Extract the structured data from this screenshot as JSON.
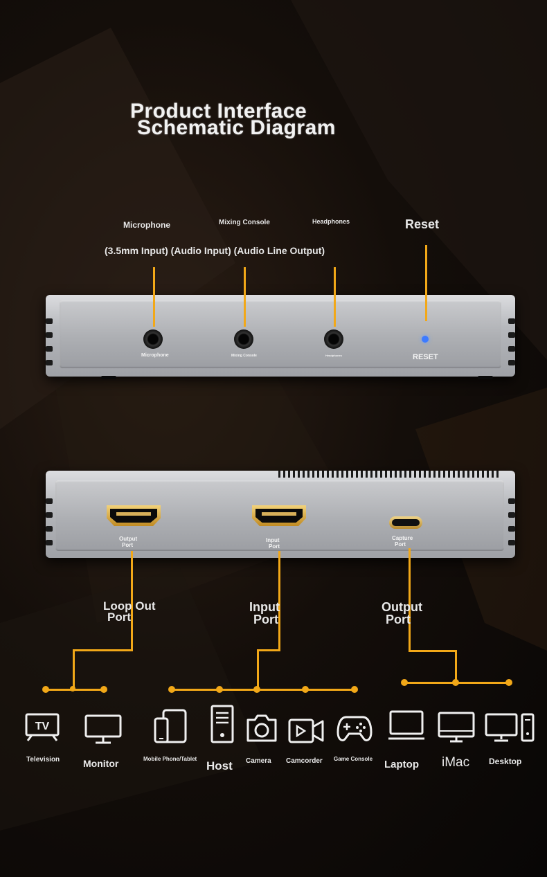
{
  "title": {
    "line1": "Product Interface",
    "line2": "Schematic Diagram"
  },
  "front_panel": {
    "labels": {
      "microphone": "Microphone",
      "mixing_console": "Mixing Console",
      "headphones": "Headphones",
      "reset": "Reset",
      "port_functions": "(3.5mm Input) (Audio Input) (Audio Line Output)"
    },
    "device_text": {
      "microphone": "Microphone",
      "mixing_console": "Mixing Console",
      "headphones": "Headphones",
      "reset": "RESET"
    }
  },
  "rear_panel": {
    "device_text": {
      "output_port": [
        "Output",
        "Port"
      ],
      "input_port": [
        "Input",
        "Port"
      ],
      "capture_port": [
        "Capture",
        "Port"
      ]
    }
  },
  "connections": {
    "loop_out": [
      "Loop Out",
      "Port"
    ],
    "input": [
      "Input",
      "Port"
    ],
    "output": [
      "Output",
      "Port"
    ]
  },
  "devices": {
    "television": "Television",
    "monitor": "Monitor",
    "mobile": "Mobile Phone/Tablet",
    "host": "Host",
    "camera": "Camera",
    "camcorder": "Camcorder",
    "game_console": "Game Console",
    "laptop": "Laptop",
    "imac": "iMac",
    "desktop": "Desktop"
  },
  "tv_icon_text": "TV",
  "colors": {
    "accent": "#f2a818",
    "indicator": "#3d7bff"
  }
}
